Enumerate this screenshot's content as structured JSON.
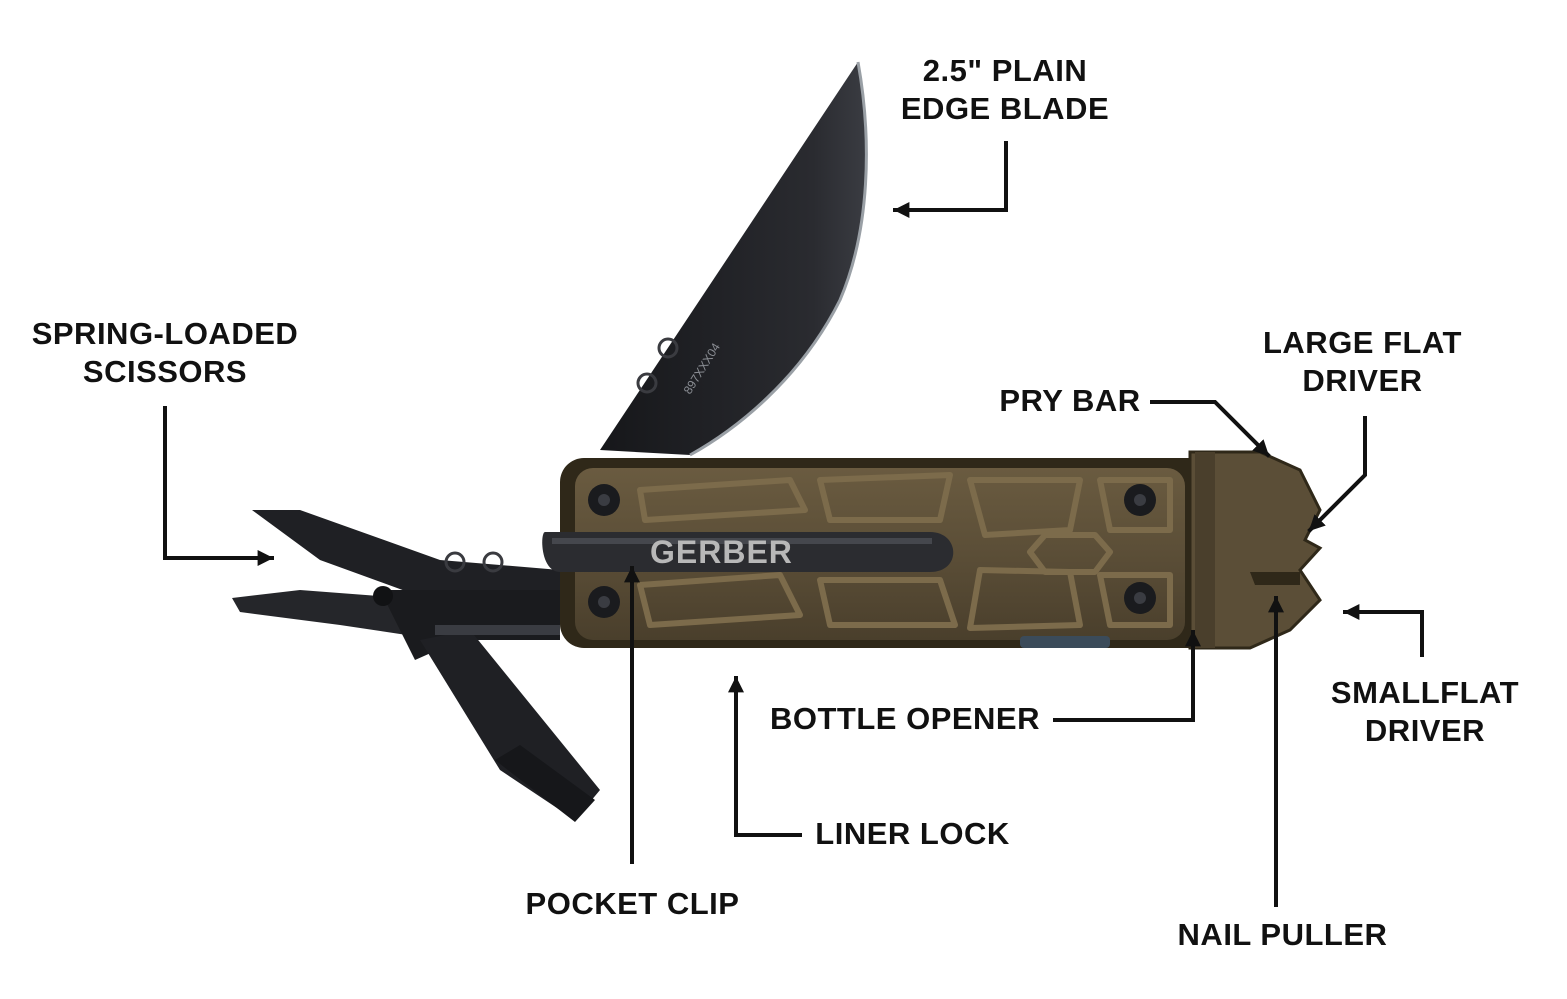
{
  "brand": "GERBER",
  "blade_stamp": "897XXX04",
  "colors": {
    "handle": "#5b4e37",
    "handle_dark": "#2f2819",
    "handle_ridge": "#7c6b4b",
    "steel": "#1f2024",
    "ink": "#111111",
    "edge": "#9aa0a6"
  },
  "callouts": {
    "blade": {
      "line1": "2.5\" PLAIN",
      "line2": "EDGE BLADE"
    },
    "scissors": {
      "line1": "SPRING-LOADED",
      "line2": "SCISSORS"
    },
    "pry_bar": {
      "line1": "PRY BAR"
    },
    "large_driver": {
      "line1": "LARGE FLAT",
      "line2": "DRIVER"
    },
    "bottle_opener": {
      "line1": "BOTTLE OPENER"
    },
    "small_driver": {
      "line1": "SMALLFLAT",
      "line2": "DRIVER"
    },
    "liner_lock": {
      "line1": "LINER LOCK"
    },
    "pocket_clip": {
      "line1": "POCKET CLIP"
    },
    "nail_puller": {
      "line1": "NAIL PULLER"
    }
  }
}
